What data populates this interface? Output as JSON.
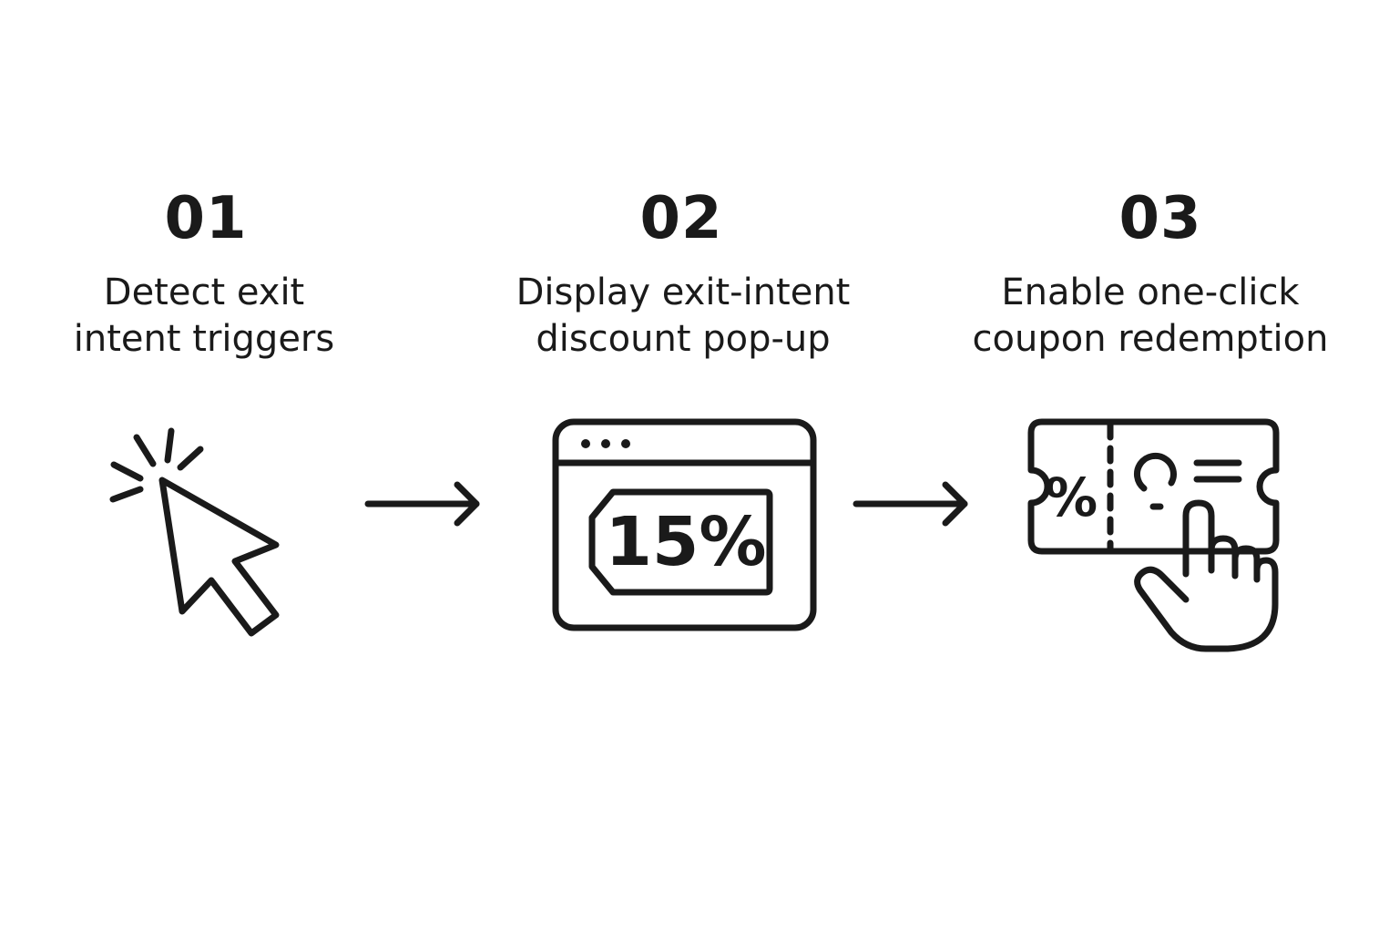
{
  "steps": [
    {
      "number": "01",
      "title_lines": [
        "Detect exit",
        "intent triggers"
      ],
      "icon": "clicking-cursor-icon"
    },
    {
      "number": "02",
      "title_lines": [
        "Display exit-intent",
        "discount pop-up"
      ],
      "icon": "browser-window-discount-icon",
      "badge_text": "15%"
    },
    {
      "number": "03",
      "title_lines": [
        "Enable one-click",
        "coupon redemption"
      ],
      "icon": "coupon-tap-icon",
      "coupon_symbol": "%"
    }
  ],
  "connectors": [
    "arrow-right-icon",
    "arrow-right-icon"
  ],
  "colors": {
    "ink": "#1a1a1a",
    "background": "#ffffff"
  }
}
